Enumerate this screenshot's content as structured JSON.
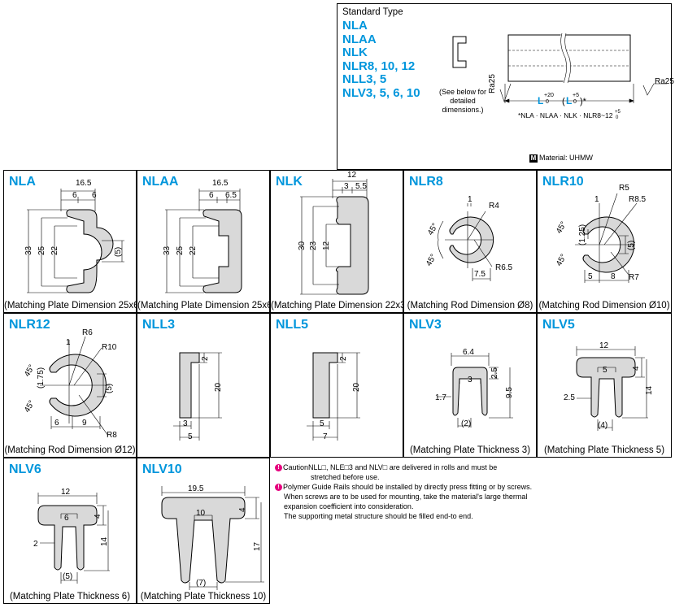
{
  "standard": {
    "heading": "Standard Type",
    "types": [
      "NLA",
      "NLAA",
      "NLK",
      "NLR8, 10, 12",
      "NLL3, 5",
      "NLV3, 5, 6, 10"
    ],
    "see_below": "(See below for detailed dimensions.)",
    "ra_left": "Ra25",
    "ra_right": "Ra25",
    "length_main": "L",
    "length_tol_up": "+20",
    "length_tol_low": "0",
    "length_alt": "L",
    "length_alt_tol_up": "+5",
    "length_alt_tol_low": "0",
    "length_note": "*NLA · NLAA · NLK · NLR8~12",
    "length_note_tol_up": "+5",
    "length_note_tol_low": "0",
    "material_icon": "M",
    "material": "Material: UHMW"
  },
  "panels": [
    {
      "title": "NLA",
      "caption": "(Matching Plate Dimension 25x6)",
      "dims": [
        "16.5",
        "6",
        "6",
        "33",
        "25",
        "22",
        "(5)"
      ]
    },
    {
      "title": "NLAA",
      "caption": "(Matching Plate Dimension 25x6)",
      "dims": [
        "16.5",
        "6",
        "6.5",
        "33",
        "25",
        "22"
      ]
    },
    {
      "title": "NLK",
      "caption": "(Matching Plate Dimension 22x3)",
      "dims": [
        "12",
        "3",
        "5.5",
        "30",
        "23",
        "12"
      ]
    },
    {
      "title": "NLR8",
      "caption": "(Matching Rod Dimension Ø8)",
      "dims": [
        "1",
        "R4",
        "45°",
        "45°",
        "R6.5",
        "7.5"
      ]
    },
    {
      "title": "NLR10",
      "caption": "(Matching Rod Dimension Ø10)",
      "dims": [
        "R5",
        "R8.5",
        "1",
        "45°",
        "(1.25)",
        "45°",
        "(5)",
        "5",
        "8",
        "R7"
      ]
    },
    {
      "title": "NLR12",
      "caption": "(Matching Rod Dimension Ø12)",
      "dims": [
        "R6",
        "1",
        "R10",
        "45°",
        "(1.75)",
        "45°",
        "(5)",
        "6",
        "9",
        "R8"
      ]
    },
    {
      "title": "NLL3",
      "caption": "",
      "dims": [
        "2",
        "20",
        "3",
        "5"
      ]
    },
    {
      "title": "NLL5",
      "caption": "",
      "dims": [
        "2",
        "20",
        "5",
        "7"
      ]
    },
    {
      "title": "NLV3",
      "caption": "(Matching Plate Thickness 3)",
      "dims": [
        "6.4",
        "3",
        "2.5",
        "1.7",
        "9.5",
        "(2)"
      ]
    },
    {
      "title": "NLV5",
      "caption": "(Matching Plate Thickness 5)",
      "dims": [
        "12",
        "5",
        "4",
        "2.5",
        "14",
        "(4)"
      ]
    },
    {
      "title": "NLV6",
      "caption": "(Matching Plate Thickness 6)",
      "dims": [
        "12",
        "6",
        "4",
        "2",
        "14",
        "(5)"
      ]
    },
    {
      "title": "NLV10",
      "caption": "(Matching Plate Thickness 10)",
      "dims": [
        "19.5",
        "10",
        "4",
        "17",
        "(7)"
      ]
    }
  ],
  "caution": {
    "line1": "CautionNLL□, NLE□3 and NLV□ are delivered in rolls and must be",
    "line2": "stretched before use.",
    "line3": "Polymer Guide Rails should be installed by directly press fitting or by screws.",
    "line4": "When screws are to be used for mounting, take the material's large thermal",
    "line5": "expansion coefficient into consideration.",
    "line6": "The supporting metal structure should be filled end-to end."
  },
  "colors": {
    "title_blue": "#0096dc",
    "shape_fill": "#d9d9d9",
    "caution_pin": "#e6007e"
  }
}
